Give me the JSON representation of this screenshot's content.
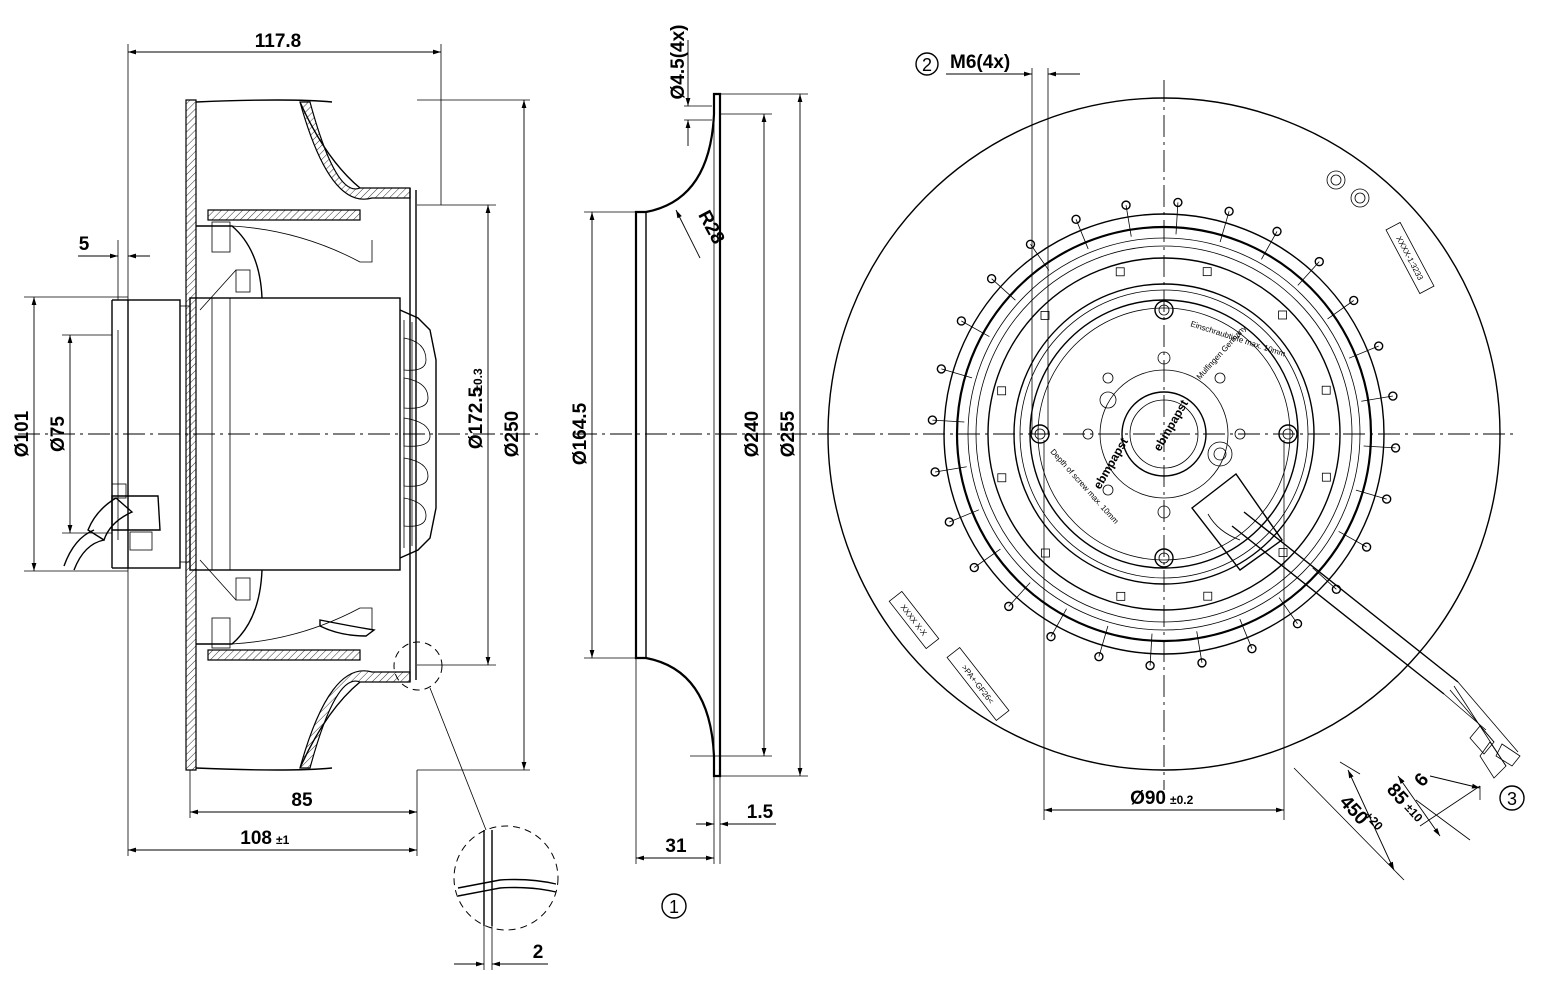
{
  "side_view": {
    "overall_length": "117.8",
    "shaft_offset": "5",
    "diameter_101": "Ø101",
    "diameter_75": "Ø75",
    "diameter_172": "Ø172.5",
    "tol_172": "±0.3",
    "diameter_250": "Ø250",
    "length_85": "85",
    "length_108": "108",
    "tol_108": "±1",
    "detail_2": "2"
  },
  "inlet_ring": {
    "hole_spec": "Ø4.5(4x)",
    "radius": "R28",
    "diameter_164": "Ø164.5",
    "diameter_240": "Ø240",
    "diameter_255": "Ø255",
    "thickness": "1.5",
    "depth": "31",
    "callout": "1"
  },
  "front_view": {
    "thread_callout": "2",
    "thread_spec": "M6(4x)",
    "hub_diameter": "Ø90",
    "hub_tol": "±0.2",
    "wire_6": "6",
    "wire_85": "85",
    "tol_85": "±10",
    "wire_450": "450",
    "tol_450": "+20",
    "cable_callout": "3",
    "label_top": "XXXX-1:3233",
    "label_bottom_a": "XXXX X-X",
    "label_bottom_b": ">PA+-GF26<",
    "stamp_1": "Einschraubtiefe max. 10mm",
    "stamp_2": "Mulfingen Germany",
    "stamp_3": "ebmpapst",
    "stamp_4": "Depth of screw max. 10mm"
  }
}
